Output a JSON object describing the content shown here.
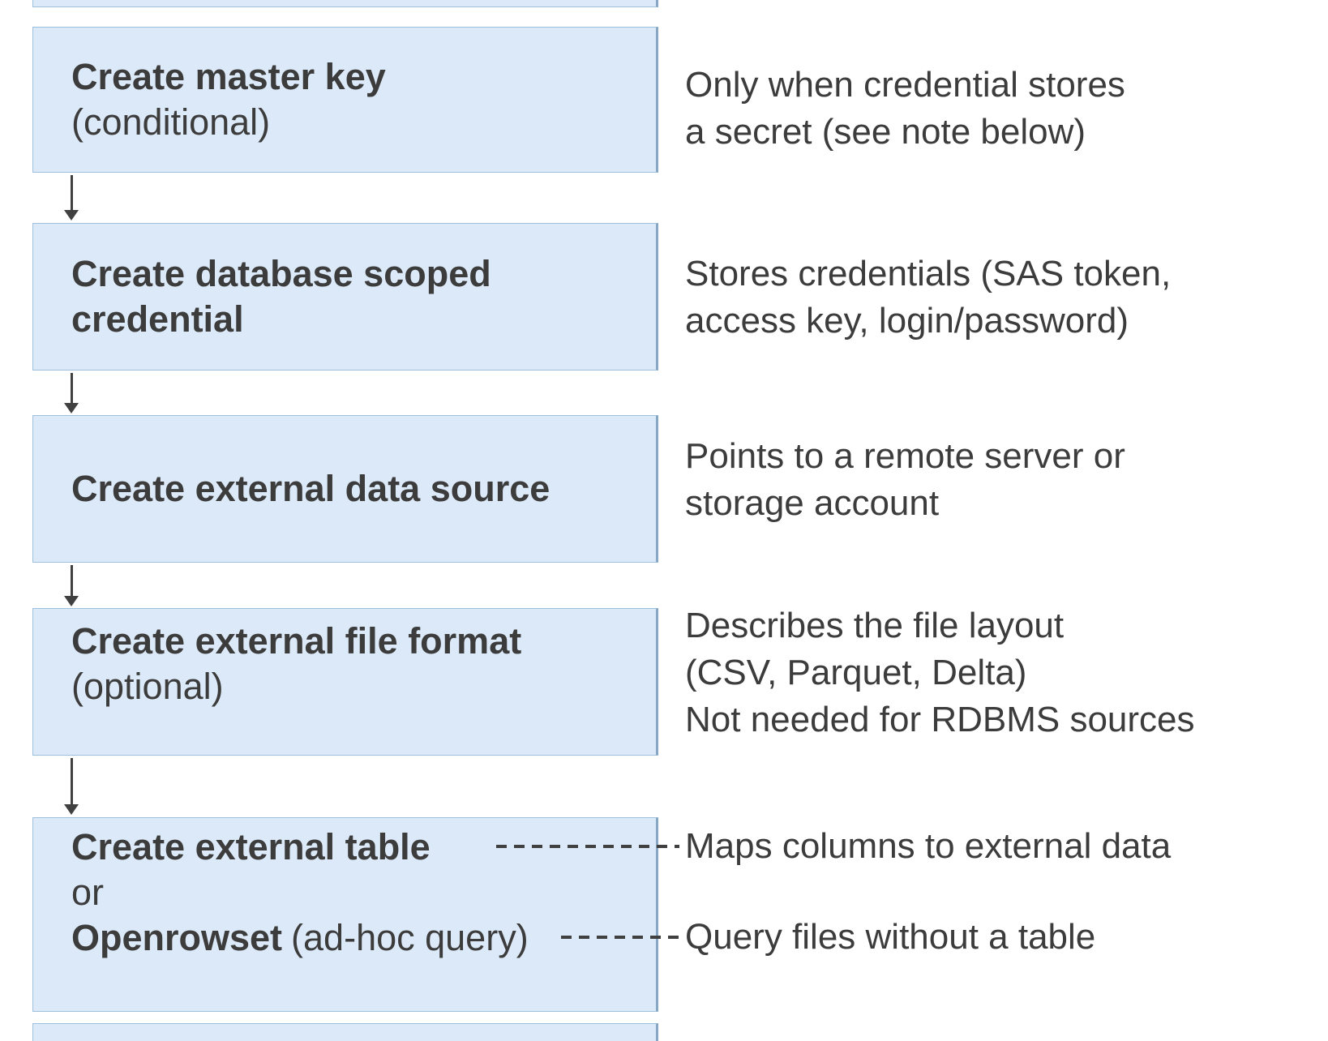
{
  "colors": {
    "box_fill": "#dce9f8",
    "box_border": "#9fc0dd",
    "box_border_dark": "#87a7c4",
    "arrow": "#404040",
    "text": "#3c3c3c",
    "background": "#ffffff"
  },
  "steps": [
    {
      "title_lines": [
        "Create master key"
      ],
      "subtitle": "(conditional)",
      "note_lines": [
        "Only when credential stores",
        "a secret (see note below)"
      ]
    },
    {
      "title_lines": [
        "Create database scoped",
        "credential"
      ],
      "note_lines": [
        "Stores credentials (SAS token,",
        "access key, login/password)"
      ]
    },
    {
      "title_lines": [
        "Create external data source"
      ],
      "note_lines": [
        "Points to a remote server or",
        "storage account"
      ]
    },
    {
      "title_lines": [
        "Create external file format"
      ],
      "subtitle": "(optional)",
      "note_lines": [
        "Describes the file layout",
        "(CSV, Parquet, Delta)",
        "Not needed for RDBMS sources"
      ]
    },
    {
      "title": "Create external table",
      "or_label": "or",
      "alt_title": "Openrowset",
      "alt_title_suffix": "(ad-hoc query)",
      "note_table": "Maps columns to external data",
      "note_openrowset": "Query files without a table"
    }
  ]
}
